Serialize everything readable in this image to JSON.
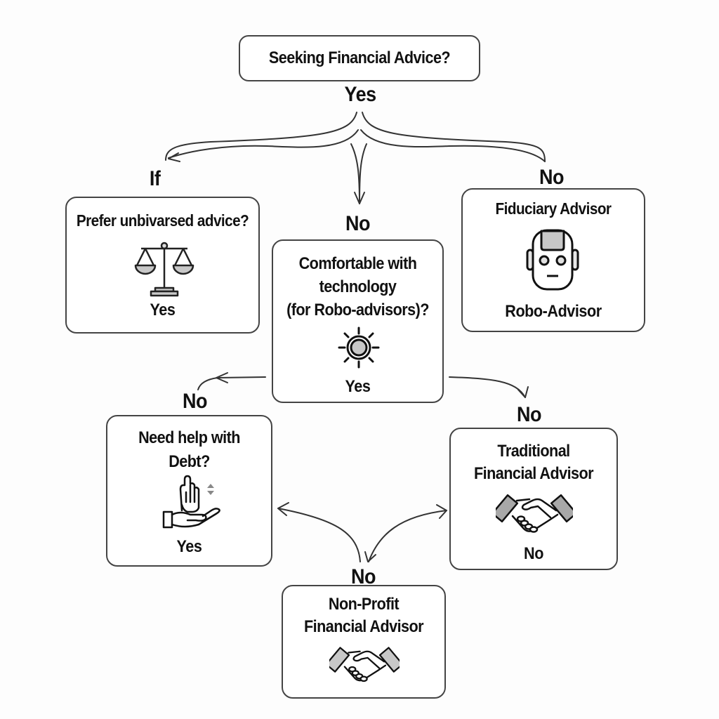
{
  "diagram": {
    "title": "Seeking Financial Advice?",
    "edge_labels": {
      "top_yes": "Yes",
      "left_if": "If",
      "center_no": "No",
      "right_no": "No",
      "mid_left_no": "No",
      "mid_right_no": "No",
      "bottom_no": "No"
    },
    "nodes": {
      "unbiased": {
        "title": "Prefer unbivarsed advice?",
        "footer": "Yes",
        "icon": "scales-icon"
      },
      "fiduciary": {
        "title": "Fiduciary Advisor",
        "footer": "Robo-Advisor",
        "icon": "robot-icon"
      },
      "technology": {
        "title_lines": [
          "Comfortable with",
          "technology",
          "(for Robo-advisors)?"
        ],
        "footer": "Yes",
        "icon": "gear-icon"
      },
      "debt": {
        "title_lines": [
          "Need help with",
          "Debt?"
        ],
        "footer": "Yes",
        "icon": "helping-hand-icon"
      },
      "traditional": {
        "title_lines": [
          "Traditional",
          "Financial Advisor"
        ],
        "footer": "No",
        "icon": "handshake-icon"
      },
      "nonprofit": {
        "title_lines": [
          "Non-Profit",
          "Financial Advisor"
        ],
        "icon": "handshake-icon"
      }
    },
    "colors": {
      "stroke": "#222222",
      "border": "#444444",
      "icon_fill": "#c8c8c8",
      "background": "#fdfdfd"
    }
  }
}
